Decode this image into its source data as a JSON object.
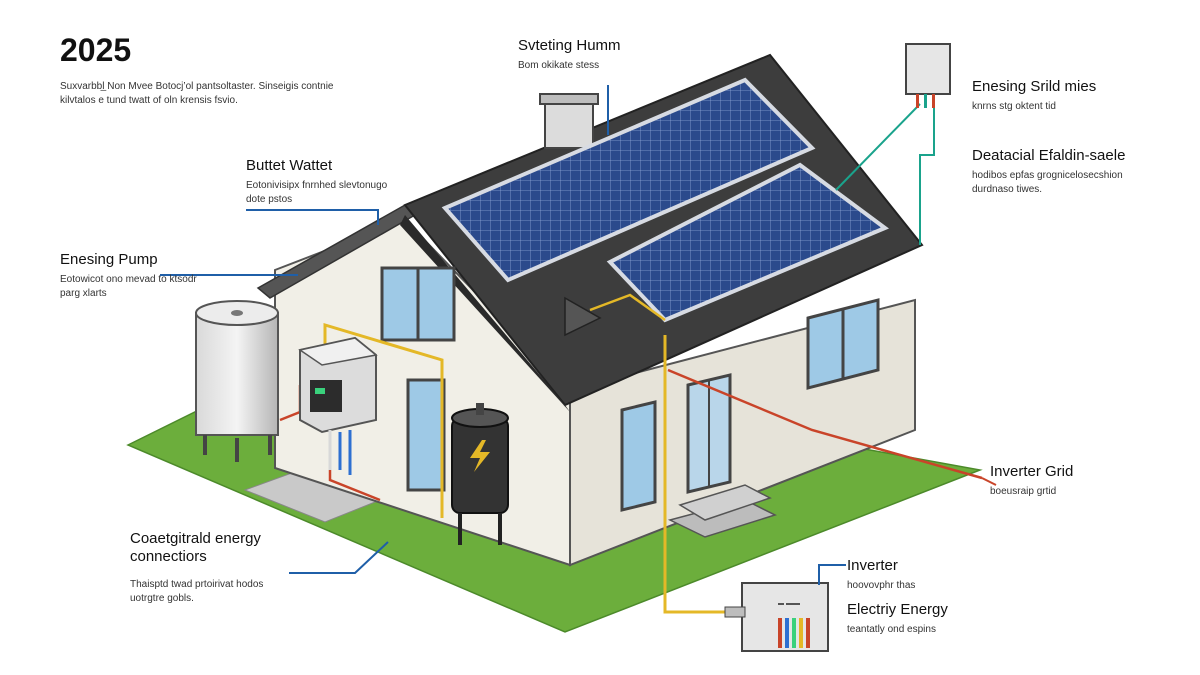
{
  "title": "2025",
  "intro": "Suxvarbbl̲ Non Mvee Botocj’ol pantsoltaster. Sinseigis contnie kilvtalos e tund twatt of oln krensis fsvio.",
  "labels": {
    "skating_humm": {
      "title": "Svteting Humm",
      "sub": "Bom okikate stess"
    },
    "energy_grid_mis": {
      "title": "Enesing Srild mies",
      "sub": "knrns stg oktent tid"
    },
    "buttet_watet": {
      "title": "Buttet Wattet",
      "sub": "Eotonivisipx fnrnhed slevtonugo dote pstos"
    },
    "deatadul": {
      "title": "Deatacial Efaldin-saele",
      "sub": "hodibos epfas grognicelosecshion durdnaso tiwes."
    },
    "enesing_pump": {
      "title": "Enesing Pump",
      "sub": "Eotowicot ono mevad to ktsodr parg xlarts"
    },
    "inverter_grid": {
      "title": "Inverter Grid",
      "sub": "boeusraip grtid"
    },
    "coastgitrald": {
      "title": "Coaetgitrald energy connectiors",
      "sub": "Thaisptd twad prtoirivat hodos uotrgtre gobls."
    },
    "inverter": {
      "title": "Inverter",
      "sub": "hoovovphr thas"
    },
    "electrity_energy": {
      "title": "Electriy Energy",
      "sub": "teantatly ond espins"
    }
  },
  "colors": {
    "lawn": "#6cae3c",
    "wall": "#f1efe7",
    "roof": "#3d3d3d",
    "panel": "#2b4a8c",
    "leader": "#1f5fa8",
    "teal": "#1aa38c",
    "red": "#c94429",
    "yellow": "#e4b827"
  },
  "icons": [
    "lightning-icon"
  ]
}
